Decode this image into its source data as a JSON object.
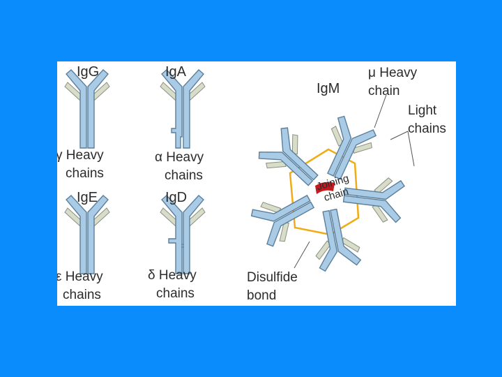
{
  "colors": {
    "slide_background": "#0a8cfc",
    "panel_background": "#ffffff",
    "chain_fill": "#a9cbe6",
    "chain_stroke": "#5a7f9c",
    "light_chain_fill": "#d7ddc9",
    "disulfide_bond": "#f0ac14",
    "joining_chain": "#c31a1f",
    "text": "#2b2b2b"
  },
  "labels": {
    "igg": "IgG",
    "iga": "IgA",
    "ige": "IgE",
    "igd": "IgD",
    "igm": "IgM",
    "gamma_heavy": [
      "γ Heavy",
      "chains"
    ],
    "alpha_heavy": [
      "α Heavy",
      "chains"
    ],
    "epsilon_heavy": [
      "ε Heavy",
      "chains"
    ],
    "delta_heavy": [
      "δ Heavy",
      "chains"
    ],
    "mu_heavy": [
      "μ Heavy",
      "chain"
    ],
    "light_chains": [
      "Light",
      "chains"
    ],
    "joining_chain": [
      "Joining",
      "chain"
    ],
    "disulfide_bond": [
      "Disulfide",
      "bond"
    ]
  }
}
